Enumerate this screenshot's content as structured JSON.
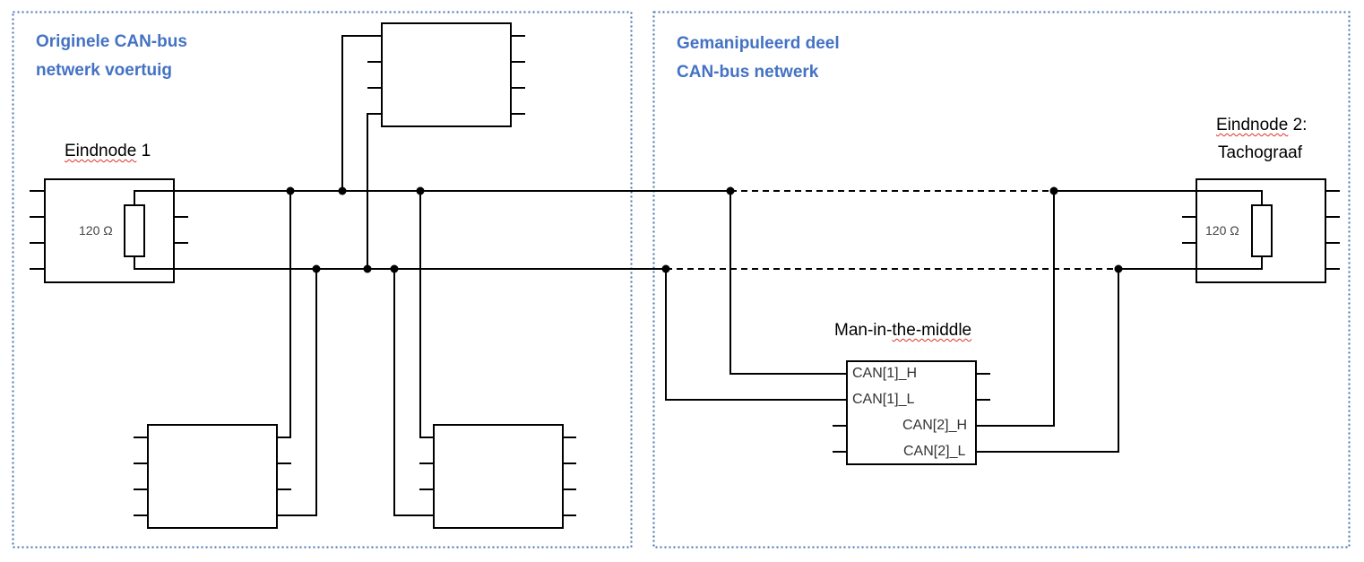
{
  "regions": {
    "original": {
      "line1": "Originele CAN-bus",
      "line2": "netwerk voertuig"
    },
    "manipulated": {
      "line1": "Gemanipuleerd deel",
      "line2": "CAN-bus netwerk"
    }
  },
  "nodes": {
    "endnode1": {
      "title_word": "Eindnode",
      "title_rest": " 1",
      "resistor": "120 Ω"
    },
    "endnode2": {
      "title_word": "Eindnode",
      "title_rest": " 2:",
      "title_line2": "Tachograaf",
      "resistor": "120 Ω"
    },
    "mitm": {
      "title_a": "Man-in-",
      "title_b": "the-middle",
      "pins": [
        "CAN[1]_H",
        "CAN[1]_L",
        "CAN[2]_H",
        "CAN[2]_L"
      ]
    }
  },
  "colors": {
    "region_border": "#4a72b0",
    "region_title": "#4472c4",
    "wire": "#000000",
    "spellcheck": "#e0302a"
  }
}
